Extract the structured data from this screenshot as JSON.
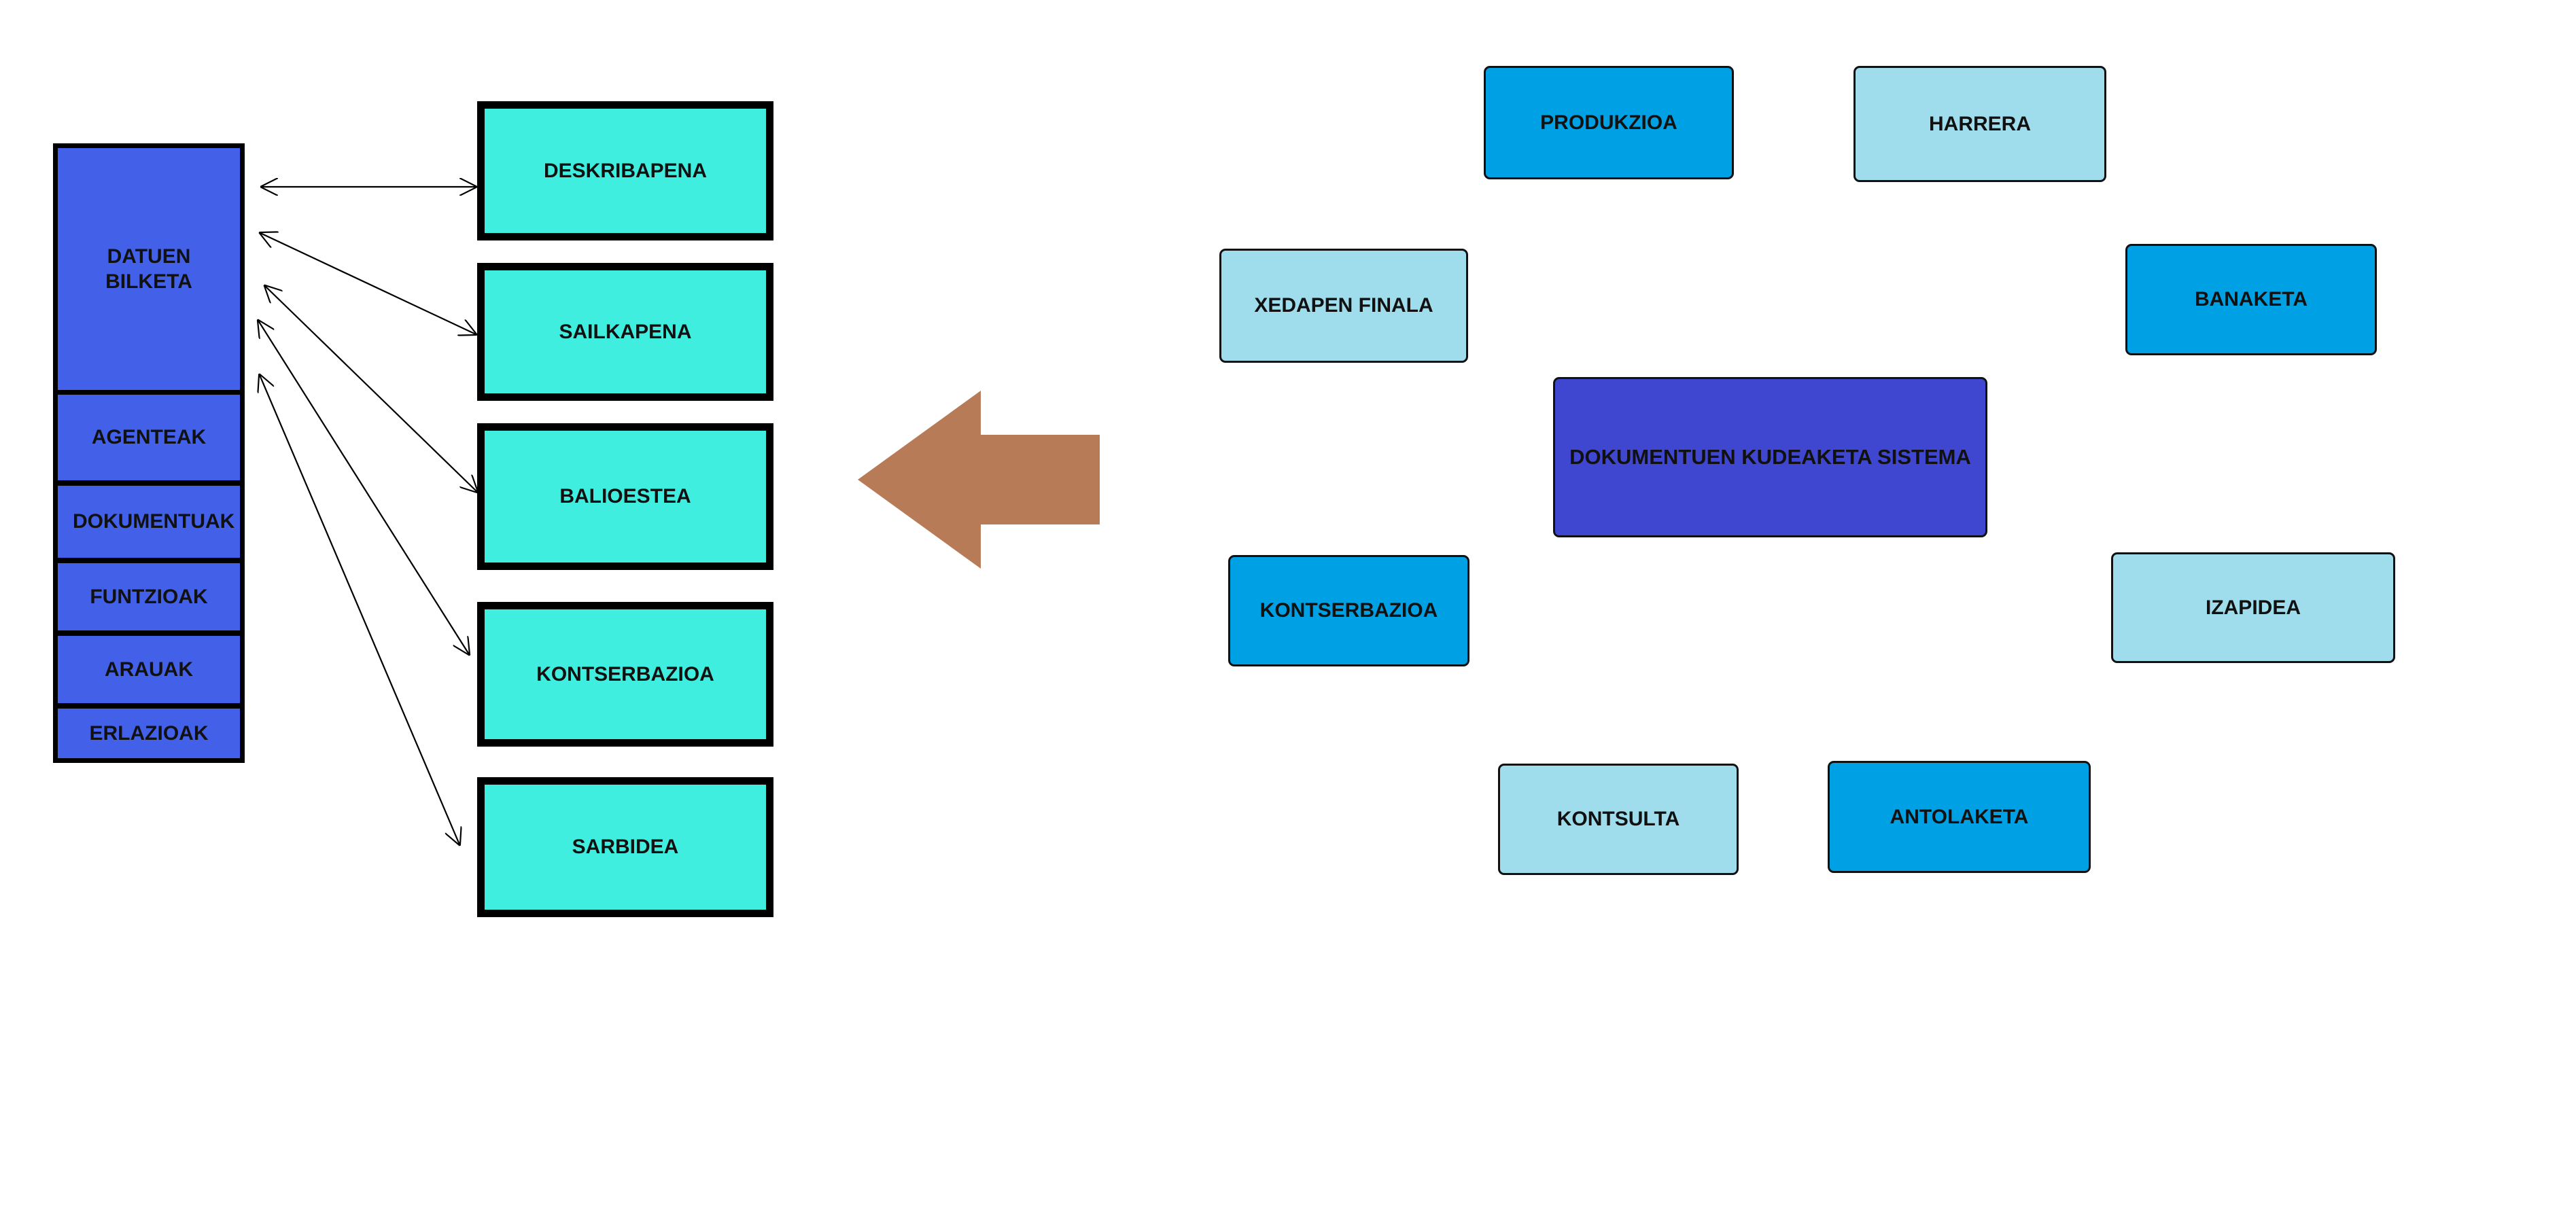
{
  "left_stack": {
    "main_label": "DATUEN\nBILKETA",
    "items": [
      "AGENTEAK",
      "DOKUMENTUAK",
      "FUNTZIOAK",
      "ARAUAK",
      "ERLAZIOAK"
    ]
  },
  "processes": [
    "DESKRIBAPENA",
    "SAILKAPENA",
    "BALIOESTEA",
    "KONTSERBAZIOA",
    "SARBIDEA"
  ],
  "cycle": {
    "center": "DOKUMENTUEN KUDEAKETA SISTEMA",
    "nodes": {
      "produkzioa": "PRODUKZIOA",
      "harrera": "HARRERA",
      "banaketa": "BANAKETA",
      "izapidea": "IZAPIDEA",
      "antolaketa": "ANTOLAKETA",
      "kontsulta": "KONTSULTA",
      "kontserbazioa": "KONTSERBAZIOA",
      "xedapen_finala": "XEDAPEN FINALA"
    }
  },
  "colors": {
    "stack_blue": "#4361e8",
    "process_cyan": "#40eee0",
    "node_dark_blue": "#00a0e4",
    "node_light_blue": "#9fdcec",
    "center_purple": "#3f47d0",
    "arrow_brown": "#b87b58"
  }
}
